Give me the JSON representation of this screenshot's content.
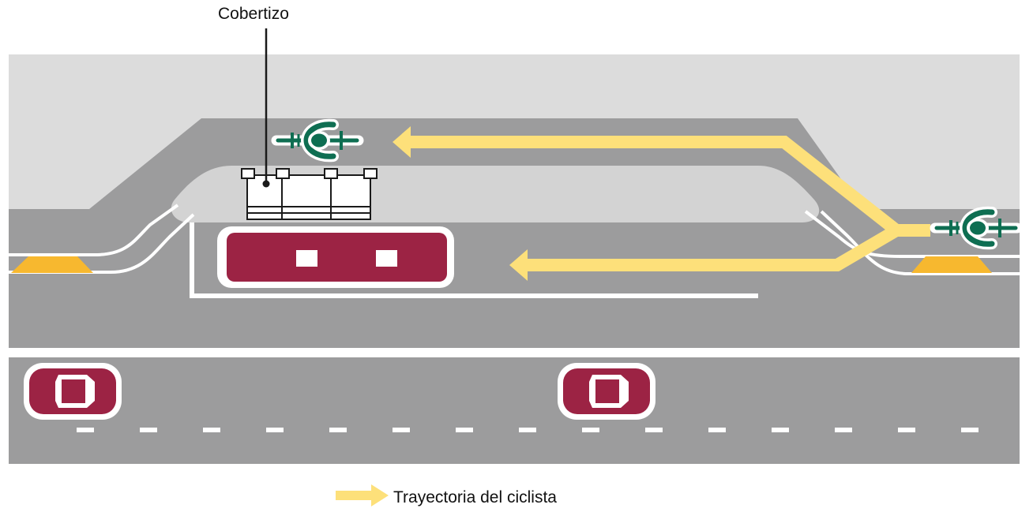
{
  "callout": {
    "label": "Cobertizo"
  },
  "legend": {
    "label": "Trayectoria del ciclista",
    "icon": "yellow-arrow"
  },
  "colors": {
    "road": "#9c9c9d",
    "sidewalk": "#dcdcdc",
    "platform": "#d3d3d3",
    "path": "#fde07a",
    "vehicle": "#9c2344",
    "bicycle": "#0e6e52",
    "separator": "#f7b82f",
    "marking": "#ffffff"
  }
}
